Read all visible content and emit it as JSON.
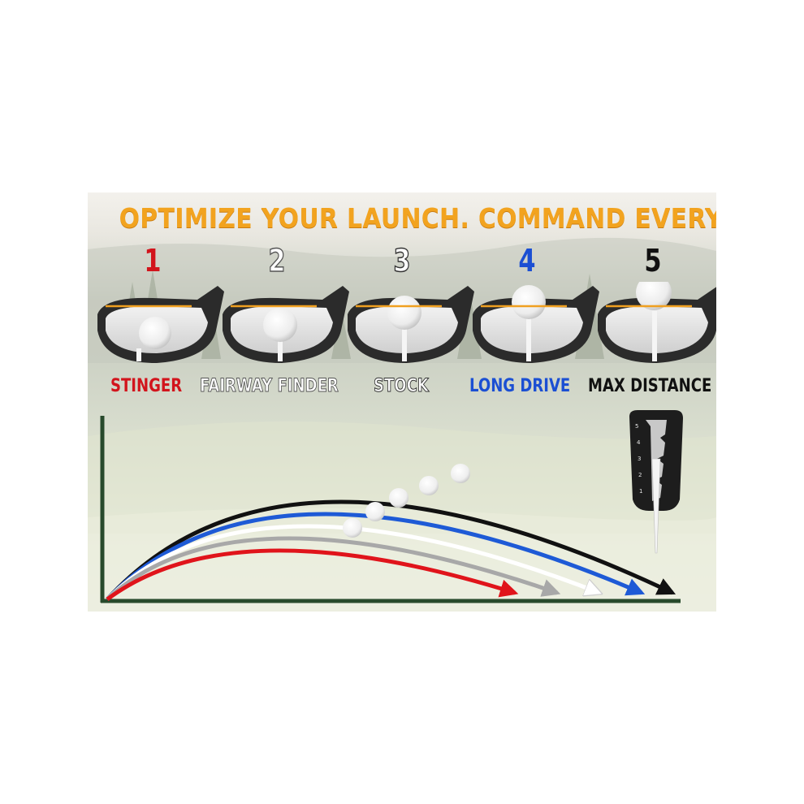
{
  "headline": "OPTIMIZE YOUR LAUNCH. COMMAND EVERY SHOT.",
  "positions": [
    {
      "number": "1",
      "label": "STINGER",
      "color": "#d2141c",
      "outline": "#d2141c"
    },
    {
      "number": "2",
      "label": "FAIRWAY  FINDER",
      "color": "#ffffff",
      "outline": "#555555"
    },
    {
      "number": "3",
      "label": "STOCK",
      "color": "#ffffff",
      "outline": "#333333"
    },
    {
      "number": "4",
      "label": "LONG  DRIVE",
      "color": "#1b4fd3",
      "outline": "#1b4fd3"
    },
    {
      "number": "5",
      "label": "MAX DISTANCE",
      "color": "#111111",
      "outline": "#111111"
    }
  ],
  "trajectories": [
    {
      "color": "#e0141b"
    },
    {
      "color": "#a8a8a8"
    },
    {
      "color": "#ffffff"
    },
    {
      "color": "#1e5ad6"
    },
    {
      "color": "#111111"
    }
  ],
  "tee_tool": {
    "heights": [
      "5",
      "4",
      "3",
      "2",
      "1"
    ]
  },
  "colors": {
    "headline": "#f2a31f",
    "tee_line": "#f0a020",
    "axis": "#284a2c"
  }
}
